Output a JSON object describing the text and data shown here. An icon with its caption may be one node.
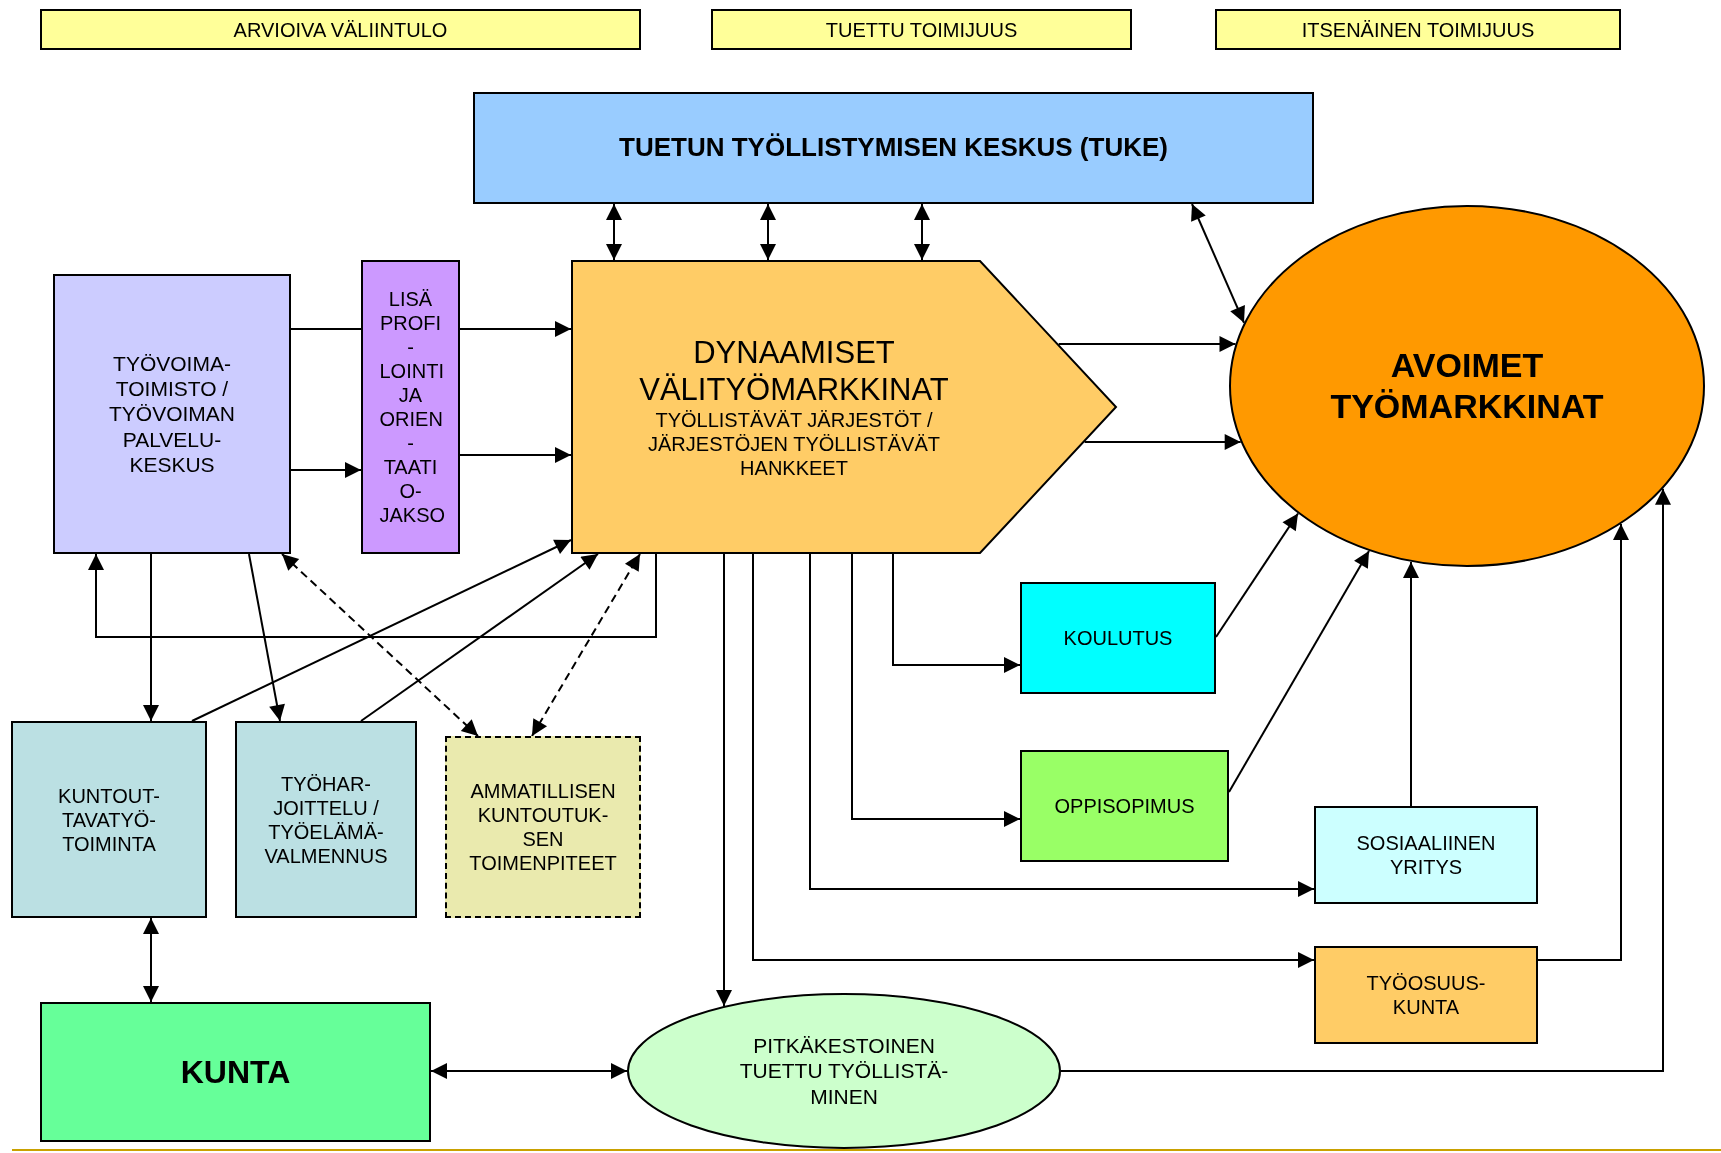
{
  "diagram": {
    "nodes": [
      {
        "text": [
          "ARVIOIVA VÄLIINTULO"
        ]
      },
      {
        "text": [
          "TUETTU TOIMIJUUS"
        ]
      },
      {
        "text": [
          "ITSENÄINEN TOIMIJUUS"
        ]
      },
      {
        "text": [
          "TUETUN TYÖLLISTYMISEN KESKUS (TUKE)"
        ]
      },
      {
        "text": [
          "TYÖVOIMA- TOIMISTO / TYÖVOIMAN PALVELU- KESKUS"
        ]
      },
      {
        "text": [
          "LISÄ PROFI - LOINTI JA ORIEN - TAATI O- JAKSO"
        ]
      },
      {
        "text": [
          "DYNAAMISET VÄLITYÖMARKKINAT",
          "TYÖLLISTÄVÄT JÄRJESTÖT / JÄRJESTÖJEN TYÖLLISTÄVÄT HANKKEET"
        ]
      },
      {
        "text": [
          "AVOIMET TYÖMARKKINAT"
        ]
      },
      {
        "text": [
          "KOULUTUS"
        ]
      },
      {
        "text": [
          "OPPISOPIMUS"
        ]
      },
      {
        "text": [
          "SOSIAALIINEN YRITYS"
        ]
      },
      {
        "text": [
          "TYÖOSUUS- KUNTA"
        ]
      },
      {
        "text": [
          "KUNTOUT- TAVATYÖ- TOIMINTA"
        ]
      },
      {
        "text": [
          "TYÖHAR- JOITTELU / TYÖELÄMÄ- VALMENNUS"
        ]
      },
      {
        "text": [
          "AMMATILLISEN KUNTOUTUK- SEN TOIMENPITEET"
        ]
      },
      {
        "text": [
          "KUNTA"
        ]
      },
      {
        "text": [
          "PITKÄKESTOINEN TUETTU TYÖLLISTÄ- MINEN"
        ]
      }
    ],
    "edges": [
      {
        "from": 3,
        "to": 6,
        "arrow": "both"
      },
      {
        "from": 3,
        "to": 6,
        "arrow": "both"
      },
      {
        "from": 3,
        "to": 6,
        "arrow": "both"
      },
      {
        "from": 3,
        "to": 7,
        "arrow": "both"
      },
      {
        "from": 4,
        "to": 5,
        "arrow": "none"
      },
      {
        "from": 4,
        "to": 5,
        "arrow": "to"
      },
      {
        "from": 5,
        "to": 6,
        "arrow": "to"
      },
      {
        "from": 6,
        "to": 7,
        "arrow": "to"
      },
      {
        "from": 6,
        "to": 7,
        "arrow": "to"
      },
      {
        "from": 12,
        "to": 6,
        "arrow": "to"
      },
      {
        "from": 13,
        "to": 6,
        "arrow": "to"
      },
      {
        "from": 14,
        "to": 6,
        "arrow": "both",
        "style": "dashed"
      },
      {
        "from": 4,
        "to": 14,
        "arrow": "both",
        "style": "dashed"
      },
      {
        "from": 4,
        "to": 12,
        "arrow": "to"
      },
      {
        "from": 4,
        "to": 13,
        "arrow": "to"
      },
      {
        "from": 6,
        "to": 4,
        "arrow": "to"
      },
      {
        "from": 6,
        "to": 8,
        "arrow": "to"
      },
      {
        "from": 6,
        "to": 9,
        "arrow": "to"
      },
      {
        "from": 6,
        "to": 10,
        "arrow": "to"
      },
      {
        "from": 6,
        "to": 11,
        "arrow": "to"
      },
      {
        "from": 6,
        "to": 16,
        "arrow": "to"
      },
      {
        "from": 8,
        "to": 7,
        "arrow": "to"
      },
      {
        "from": 9,
        "to": 7,
        "arrow": "to"
      },
      {
        "from": 10,
        "to": 7,
        "arrow": "to"
      },
      {
        "from": 11,
        "to": 7,
        "arrow": "to"
      },
      {
        "from": 16,
        "to": 7,
        "arrow": "to"
      },
      {
        "from": 12,
        "to": 15,
        "arrow": "both"
      },
      {
        "from": 15,
        "to": 16,
        "arrow": "both"
      },
      {
        "from": 5,
        "to": 6,
        "arrow": "to"
      }
    ]
  }
}
